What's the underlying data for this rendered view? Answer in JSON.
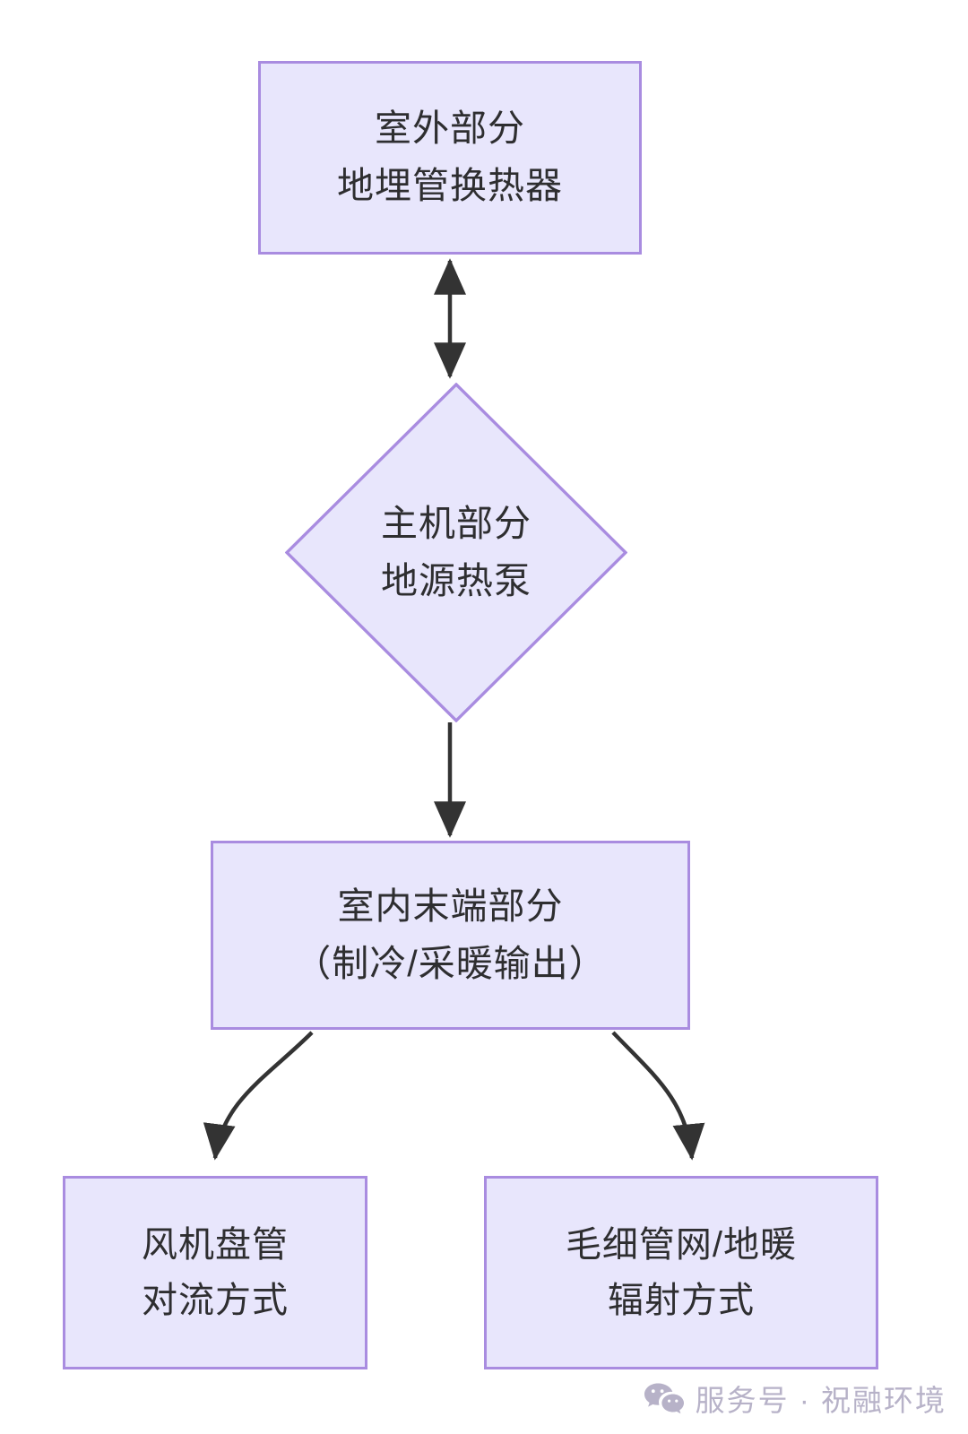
{
  "diagram": {
    "type": "flowchart",
    "direction": "top-to-bottom",
    "background_color": "#ffffff",
    "node_fill_color": "#e8e6fc",
    "node_border_color": "#a98ce0",
    "edge_color": "#333333",
    "text_color": "#2e2e30",
    "nodes": [
      {
        "id": "outdoor",
        "shape": "rectangle",
        "line1": "室外部分",
        "line2": "地埋管换热器"
      },
      {
        "id": "host",
        "shape": "diamond",
        "line1": "主机部分",
        "line2": "地源热泵"
      },
      {
        "id": "indoor",
        "shape": "rectangle",
        "line1": "室内末端部分",
        "line2": "（制冷/采暖输出）"
      },
      {
        "id": "fancoil",
        "shape": "rectangle",
        "line1": "风机盘管",
        "line2": "对流方式"
      },
      {
        "id": "capillary",
        "shape": "rectangle",
        "line1": "毛细管网/地暖",
        "line2": "辐射方式"
      }
    ],
    "edges": [
      {
        "from": "host",
        "to": "outdoor",
        "style": "straight",
        "arrow": "both"
      },
      {
        "from": "host",
        "to": "indoor",
        "style": "straight",
        "arrow": "end"
      },
      {
        "from": "indoor",
        "to": "fancoil",
        "style": "curved",
        "arrow": "end"
      },
      {
        "from": "indoor",
        "to": "capillary",
        "style": "curved",
        "arrow": "end"
      }
    ]
  },
  "watermark": {
    "icon": "wechat-icon",
    "text": "服务号 · 祝融环境",
    "color": "#b7b2c8"
  }
}
